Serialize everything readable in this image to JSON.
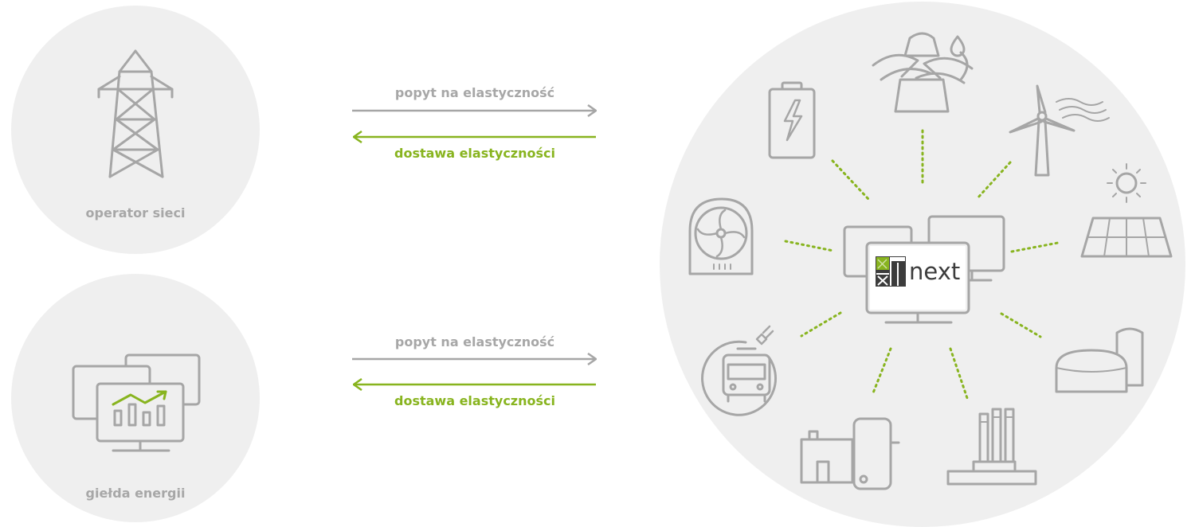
{
  "actors": {
    "grid_operator": {
      "label": "operator sieci"
    },
    "energy_exchange": {
      "label": "giełda energii"
    }
  },
  "flows": {
    "top": {
      "demand_label": "popyt na elastyczność",
      "supply_label": "dostawa elastyczności"
    },
    "bottom": {
      "demand_label": "popyt na elastyczność",
      "supply_label": "dostawa elastyczności"
    }
  },
  "platform": {
    "logo_text": "next"
  },
  "resources": [
    "battery-icon",
    "geothermal-plant-icon",
    "wind-turbine-icon",
    "fan-heater-icon",
    "solar-panel-icon",
    "electric-bus-icon",
    "biogas-plant-icon",
    "chp-plant-icon",
    "industrial-chimneys-icon"
  ],
  "colors": {
    "circle_fill": "#efefef",
    "icon_stroke": "#a6a6a6",
    "label_grey": "#a7a7a7",
    "accent_green": "#88b41f",
    "logo_dark": "#3c3c3c"
  }
}
